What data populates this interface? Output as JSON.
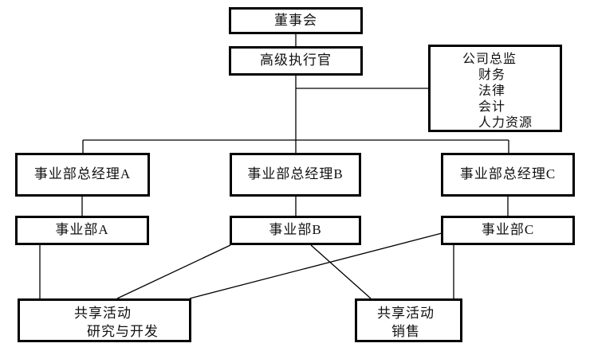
{
  "diagram": {
    "type": "org-chart",
    "background_color": "#ffffff",
    "line_color": "#000000",
    "box_border_color": "#000000",
    "text_color": "#111111",
    "nodes": {
      "board": {
        "label": "董事会"
      },
      "ceo": {
        "label": "高级执行官"
      },
      "directors": {
        "lines": [
          "公司总监",
          "财务",
          "法律",
          "会计",
          "人力资源"
        ]
      },
      "mgr_a": {
        "label": "事业部总经理A"
      },
      "mgr_b": {
        "label": "事业部总经理B"
      },
      "mgr_c": {
        "label": "事业部总经理C"
      },
      "div_a": {
        "label": "事业部A"
      },
      "div_b": {
        "label": "事业部B"
      },
      "div_c": {
        "label": "事业部C"
      },
      "shared_rd": {
        "lines": [
          "共享活动",
          "研究与开发"
        ]
      },
      "shared_sales": {
        "lines": [
          "共享活动",
          "销售"
        ]
      }
    },
    "edges": [
      {
        "from": "board",
        "to": "ceo",
        "points": [
          [
            371,
            42
          ],
          [
            371,
            58
          ]
        ]
      },
      {
        "from": "ceo",
        "to": "mgr_b",
        "points": [
          [
            371,
            95
          ],
          [
            371,
            192
          ]
        ]
      },
      {
        "from": "ceo",
        "to": "directors",
        "points": [
          [
            371,
            111
          ],
          [
            537,
            111
          ]
        ]
      },
      {
        "from": "ceo",
        "to": "span_bar",
        "points": [
          [
            104,
            176
          ],
          [
            638,
            176
          ]
        ]
      },
      {
        "from": "span_bar",
        "to": "mgr_a",
        "points": [
          [
            104,
            176
          ],
          [
            104,
            192
          ]
        ]
      },
      {
        "from": "span_bar",
        "to": "mgr_c",
        "points": [
          [
            638,
            176
          ],
          [
            638,
            192
          ]
        ]
      },
      {
        "from": "mgr_a",
        "to": "div_a",
        "points": [
          [
            103,
            247
          ],
          [
            103,
            271
          ]
        ]
      },
      {
        "from": "mgr_b",
        "to": "div_b",
        "points": [
          [
            371,
            247
          ],
          [
            371,
            271
          ]
        ]
      },
      {
        "from": "mgr_c",
        "to": "div_c",
        "points": [
          [
            637,
            247
          ],
          [
            637,
            271
          ]
        ]
      },
      {
        "from": "div_a",
        "to": "shared_rd",
        "points": [
          [
            50,
            308
          ],
          [
            50,
            375
          ]
        ]
      },
      {
        "from": "div_b",
        "to": "shared_rd",
        "points": [
          [
            289,
            308
          ],
          [
            147,
            375
          ]
        ]
      },
      {
        "from": "div_b",
        "to": "shared_sales",
        "points": [
          [
            390,
            308
          ],
          [
            465,
            375
          ]
        ]
      },
      {
        "from": "div_c",
        "to": "shared_rd",
        "points": [
          [
            554,
            293
          ],
          [
            238,
            375
          ]
        ]
      },
      {
        "from": "div_c",
        "to": "shared_sales",
        "points": [
          [
            569,
            308
          ],
          [
            569,
            375
          ]
        ]
      }
    ]
  }
}
